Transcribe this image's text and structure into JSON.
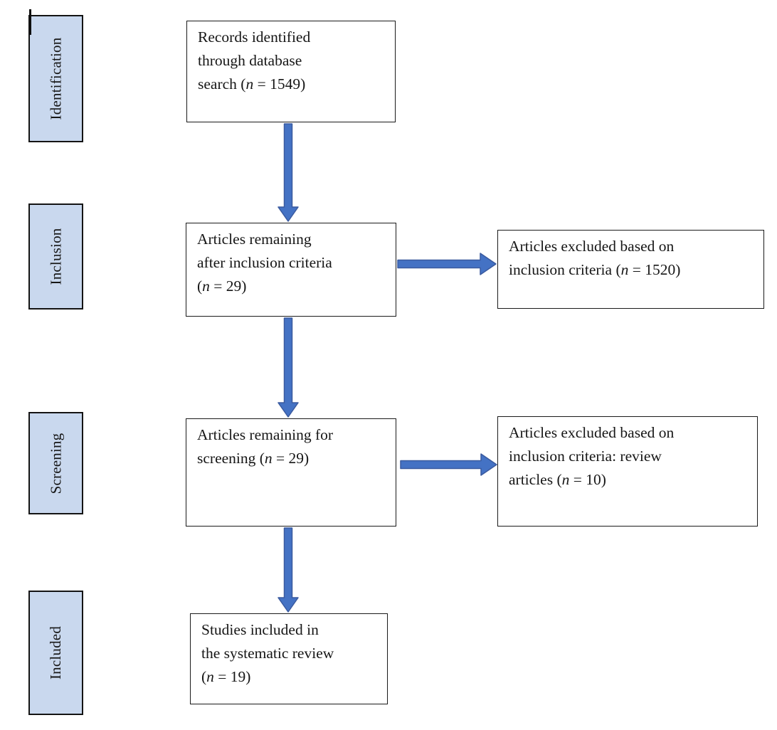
{
  "diagram": {
    "type": "prisma-flowchart",
    "stages": [
      {
        "label": "Identification"
      },
      {
        "label": "Inclusion"
      },
      {
        "label": "Screening"
      },
      {
        "label": "Included"
      }
    ],
    "flow_boxes": [
      {
        "id": "records-identified",
        "text": "Records identified\nthrough database\nsearch (n = 1549)"
      },
      {
        "id": "after-inclusion-criteria",
        "text": "Articles remaining\nafter inclusion criteria\n(n = 29)"
      },
      {
        "id": "remaining-for-screening",
        "text": "Articles remaining for\nscreening (n = 29)"
      },
      {
        "id": "included-in-review",
        "text": "Studies included in\nthe systematic review\n(n = 19)"
      }
    ],
    "excluded_boxes": [
      {
        "id": "excluded-inclusion-criteria",
        "text": "Articles excluded based on\ninclusion criteria (n = 1520)"
      },
      {
        "id": "excluded-review-articles",
        "text": "Articles excluded based on\ninclusion criteria: review\narticles (n = 10)"
      }
    ],
    "counts": {
      "records_identified": 1549,
      "after_inclusion_criteria": 29,
      "excluded_inclusion_criteria": 1520,
      "remaining_for_screening": 29,
      "excluded_review_articles": 10,
      "included_in_review": 19
    },
    "colors": {
      "stage_fill": "#c9d8ee",
      "arrow_fill": "#4472c4",
      "arrow_stroke": "#3a5a9f",
      "box_border": "#1a1a1a"
    }
  }
}
